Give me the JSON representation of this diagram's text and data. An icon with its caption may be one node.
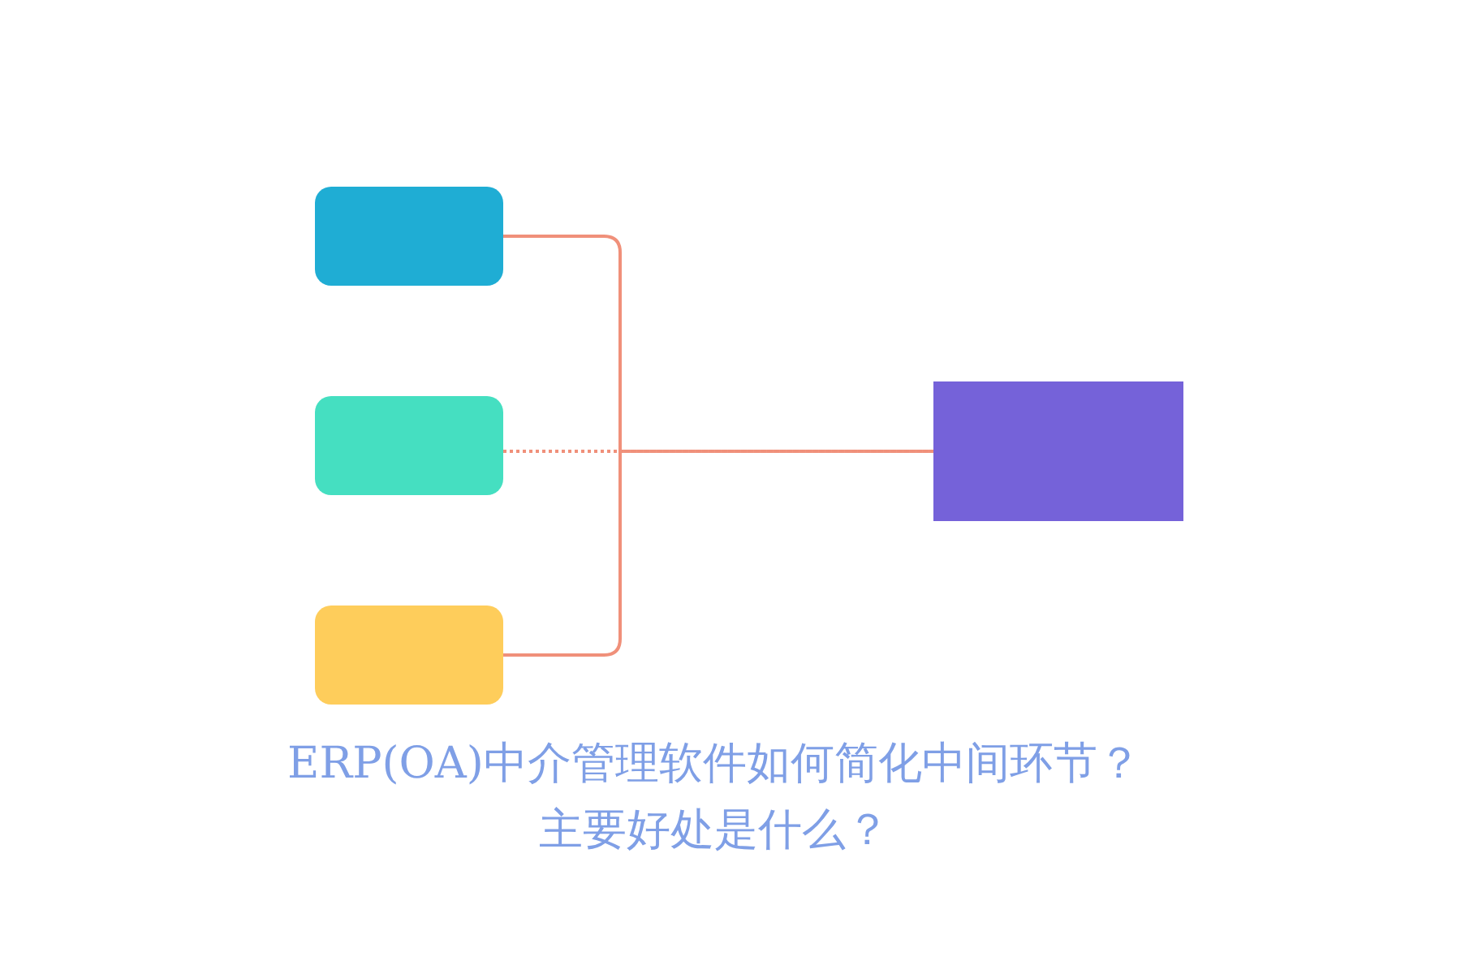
{
  "diagram": {
    "title": "ERP(OA)中介管理软件如何简化中间环节？主要好处是什么？",
    "nodes": [
      {
        "text": [],
        "shape": "box"
      },
      {
        "text": [],
        "shape": "box"
      },
      {
        "text": [],
        "shape": "box"
      },
      {
        "text": [],
        "shape": "box"
      }
    ],
    "edges": [
      {
        "from": 0,
        "to": 3,
        "arrow": "none"
      },
      {
        "from": 1,
        "to": 3,
        "arrow": "none",
        "style": "dashed"
      },
      {
        "from": 2,
        "to": 3,
        "arrow": "none"
      }
    ]
  }
}
